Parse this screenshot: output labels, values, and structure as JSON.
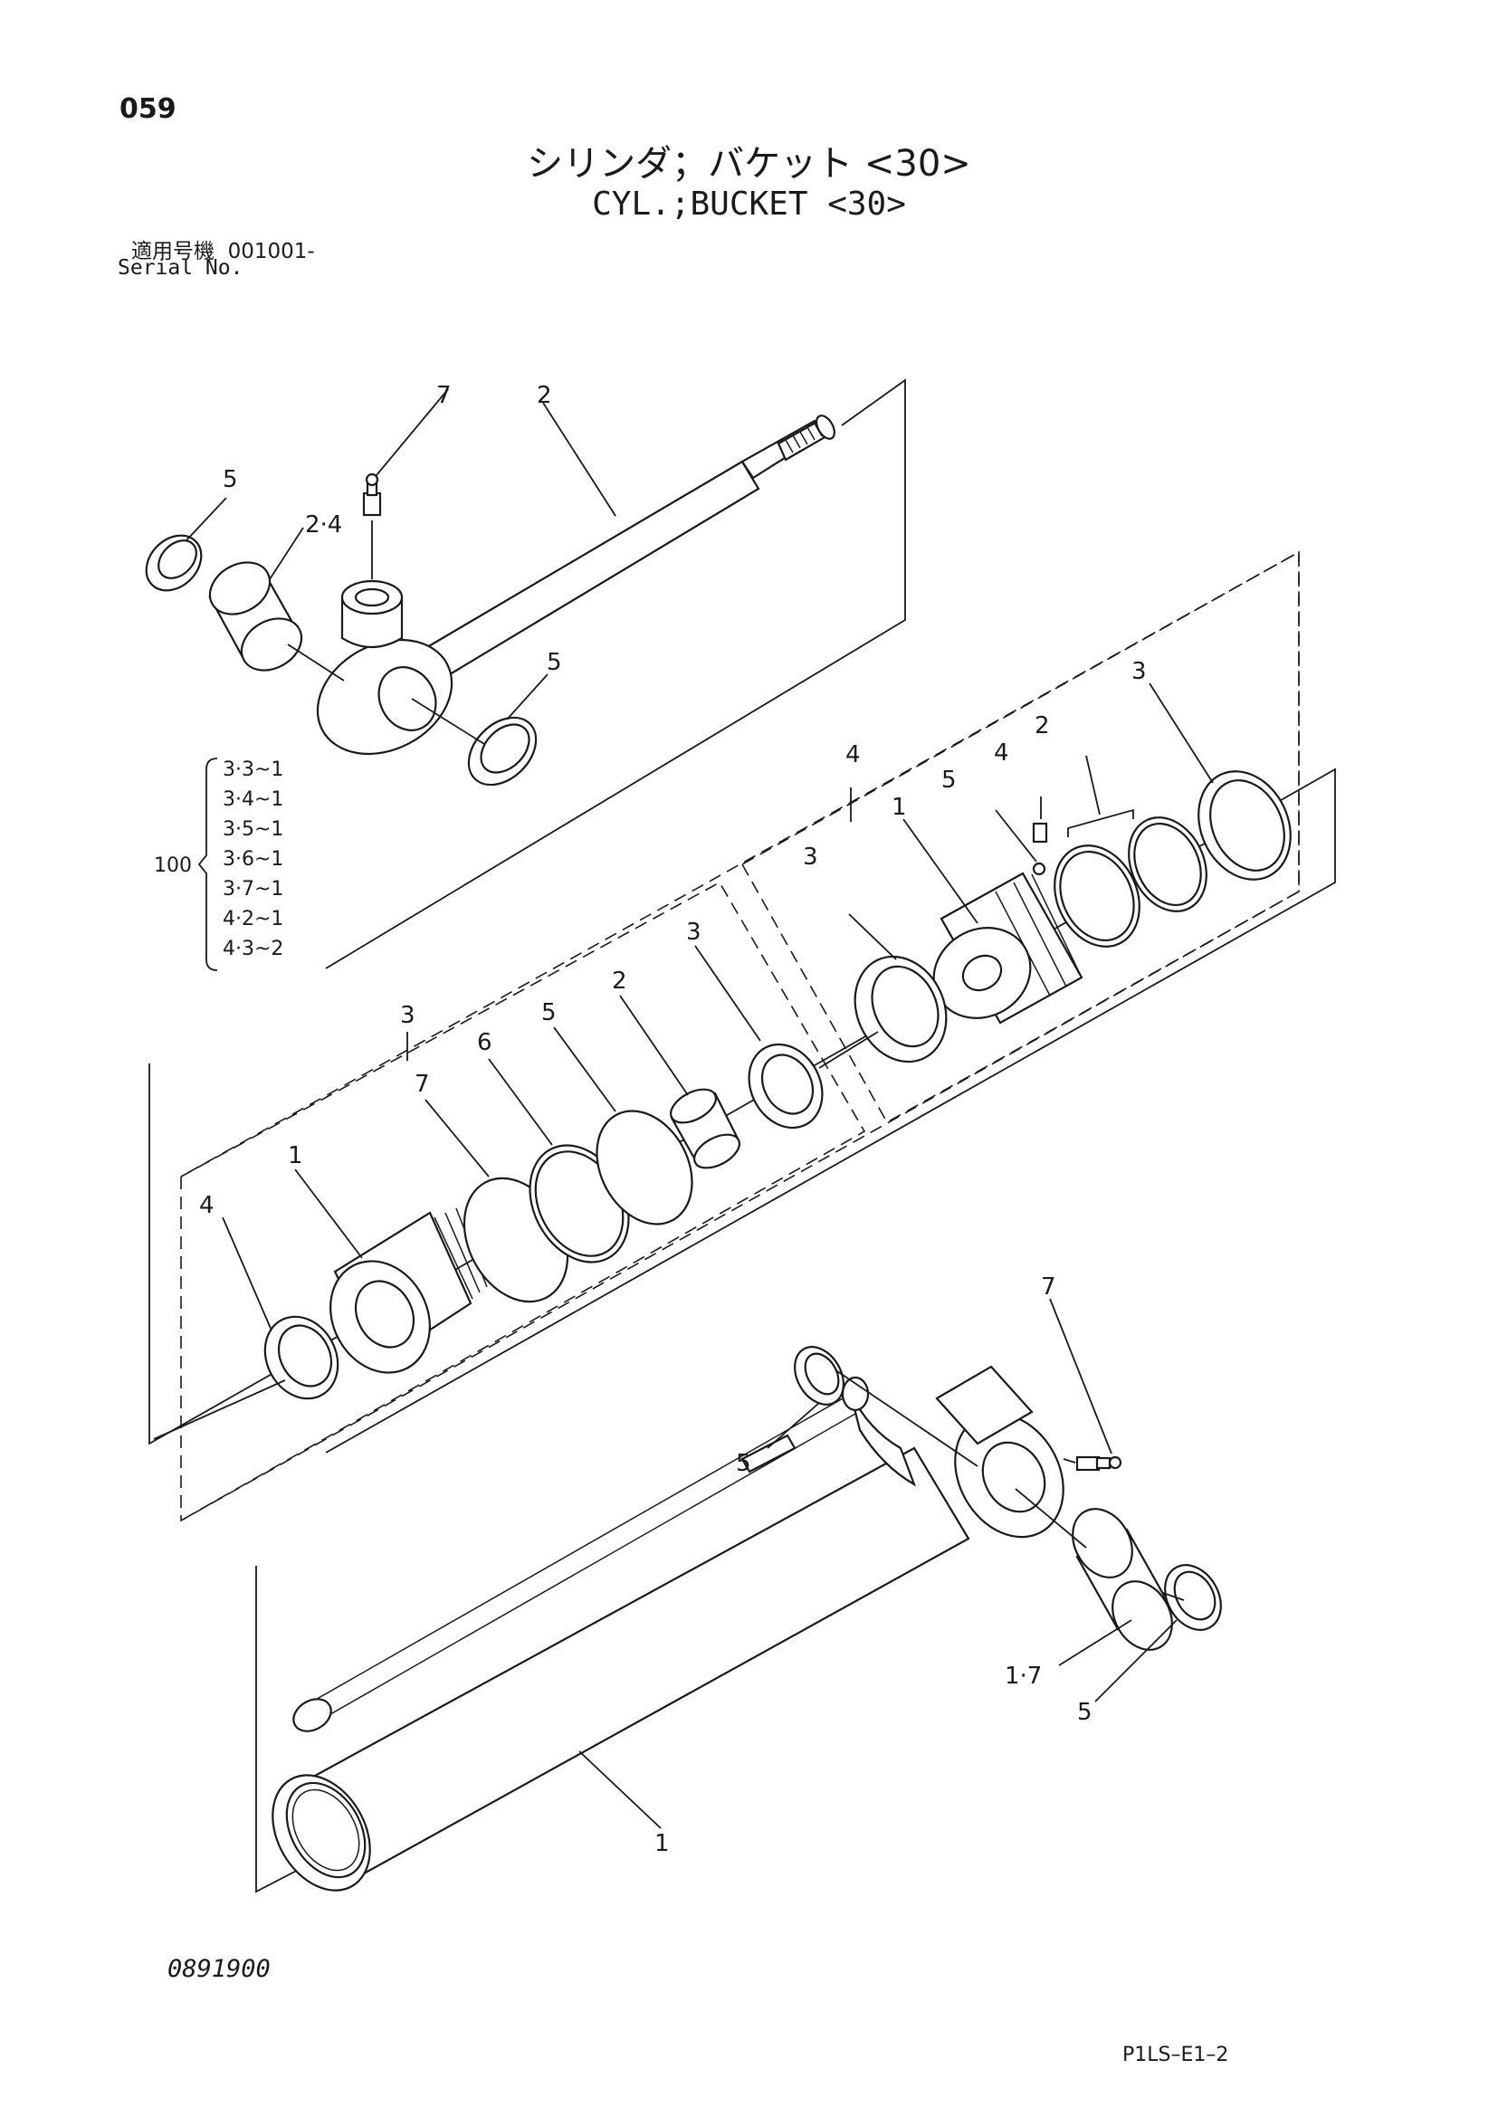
{
  "header": {
    "page_number": "059",
    "title_jp": "シリンダ；バケット <30>",
    "title_en": "CYL.;BUCKET <30>",
    "serial_label_jp": "適用号機  001001-",
    "serial_label_en": "Serial No."
  },
  "callouts": {
    "rod_grease_fitting": "7",
    "rod": "2",
    "rod_dust_seal_left": "5",
    "rod_bushing": "2·4",
    "rod_dust_seal_right": "5",
    "piston_assy": "4",
    "piston_screw": "4",
    "piston_ball": "5",
    "piston_rings": "2",
    "piston_wear_ring": "3",
    "piston": "1",
    "piston_cushion_ring": "3",
    "head_assy": "3",
    "head_backup_ring": "2",
    "head_seal": "3",
    "head_oring": "5",
    "head_backup": "6",
    "head_ring": "7",
    "head": "1",
    "head_wiper": "4",
    "tube": "1",
    "tube_grease_fitting": "7",
    "tube_dust_seal_top": "5",
    "tube_bushing": "1·7",
    "tube_dust_seal_bottom": "5"
  },
  "seal_kit": {
    "number": "100",
    "items": [
      "3·3~1",
      "3·4~1",
      "3·5~1",
      "3·6~1",
      "3·7~1",
      "4·2~1",
      "4·3~2"
    ]
  },
  "footer": {
    "drawing_number": "0891900",
    "document_code": "P1LS–E1–2"
  }
}
